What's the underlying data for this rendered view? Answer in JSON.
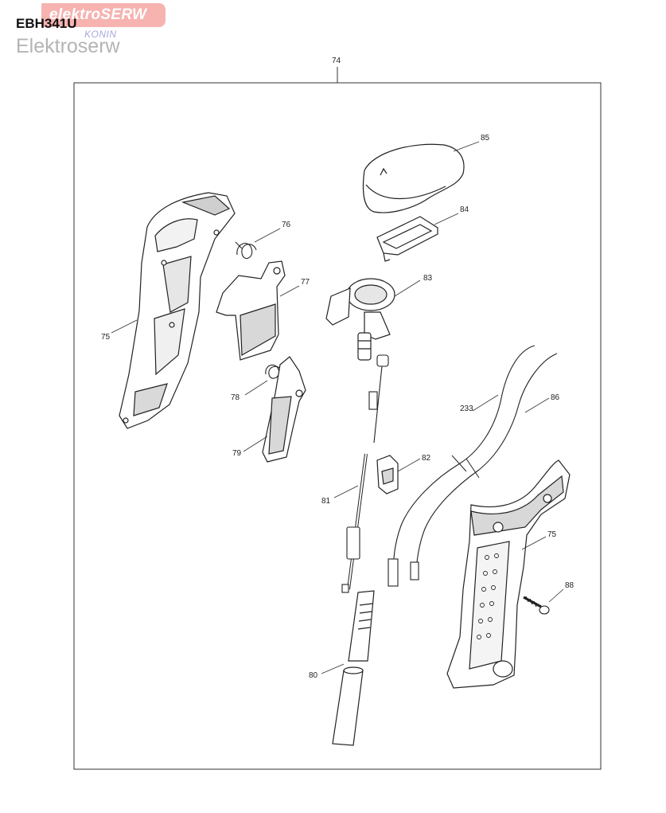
{
  "header": {
    "watermark_brand": "elektroSERW",
    "model": "EBH341U",
    "watermark_city": "KONIN",
    "watermark_name": "Elektroserw"
  },
  "assembly_label": "74",
  "parts": {
    "p75a": "75",
    "p76": "76",
    "p77": "77",
    "p78": "78",
    "p79": "79",
    "p80": "80",
    "p81": "81",
    "p82": "82",
    "p83": "83",
    "p84": "84",
    "p85": "85",
    "p86": "86",
    "p88": "88",
    "p233": "233",
    "p75b": "75"
  }
}
